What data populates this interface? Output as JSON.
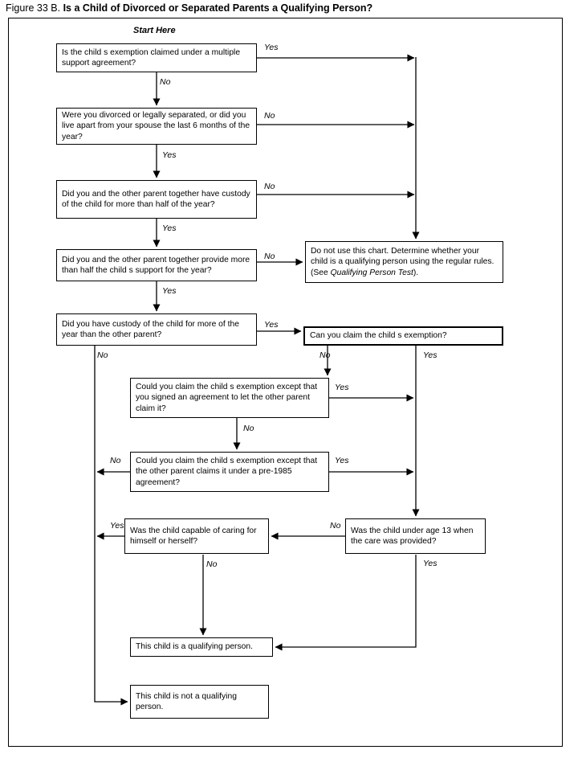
{
  "page_title": {
    "prefix": "Figure 33 B.",
    "main": "Is a Child of Divorced or Separated Parents a Qualifying Person?"
  },
  "start_label": "Start Here",
  "edge_labels": {
    "yes": "Yes",
    "no": "No"
  },
  "nodes": {
    "multiple_support": "Is the child s exemption claimed under a multiple support agreement?",
    "divorced": "Were you divorced or legally separated, or did you live apart from your spouse the last 6 months of the year?",
    "custody_together": "Did you and the other parent together have custody of the child for more than half of the year?",
    "support_together": "Did you and the other parent together provide more than half the child s support for the year?",
    "custody_more": "Did you have custody of the child for more of the year than the other parent?",
    "do_not_use": {
      "part1": "Do not use this chart. Determine whether your child is a qualifying person using the regular rules. (See ",
      "italic": "Qualifying Person Test",
      "part2": ")."
    },
    "can_claim": "Can you claim the child s exemption?",
    "signed_agreement": "Could you claim the child s exemption except that you signed an agreement to let the other parent claim it?",
    "pre_1985": "Could you claim the child s exemption except that the other parent claims it under a pre-1985 agreement?",
    "capable": "Was the child capable of caring for himself or herself?",
    "under_13": "Was the child under age 13 when the care was provided?",
    "qualifying": "This child is a qualifying person.",
    "not_qualifying": "This child is not a qualifying person."
  }
}
